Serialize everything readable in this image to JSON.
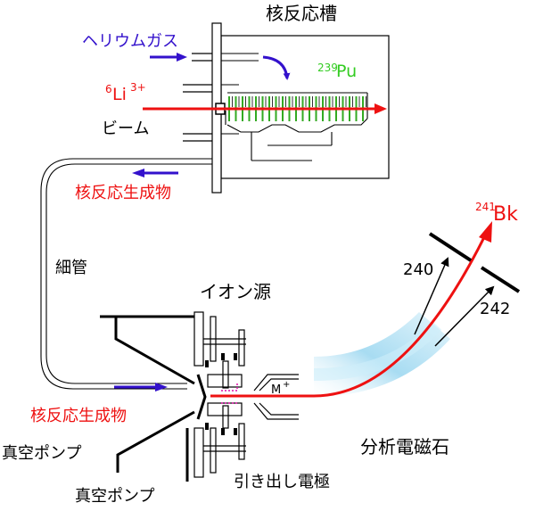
{
  "labels": {
    "reactor_title": "核反応槽",
    "helium_gas": "ヘリウムガス",
    "li_mass": "6",
    "li_symbol": "Li",
    "li_charge": "3+",
    "pu_mass": "239",
    "pu_symbol": "Pu",
    "beam": "ビーム",
    "products_top": "核反応生成物",
    "capillary": "細管",
    "ion_source": "イオン源",
    "products_bottom": "核反応生成物",
    "vacuum_pump_1": "真空ポンプ",
    "vacuum_pump_2": "真空ポンプ",
    "extraction_electrode": "引き出し電極",
    "m_ion": "M",
    "m_charge": "+",
    "analyzing_magnet": "分析電磁石",
    "mass_240": "240",
    "mass_242": "242",
    "bk_mass": "241",
    "bk_symbol": "Bk"
  },
  "colors": {
    "beam_red": "#ee1111",
    "flow_blue": "#3311cc",
    "target_green": "#33aa22",
    "magnet_cyan": "#a8dcf2",
    "structure": "#000000",
    "text_red": "#ee1111",
    "text_green": "#33cc22"
  }
}
